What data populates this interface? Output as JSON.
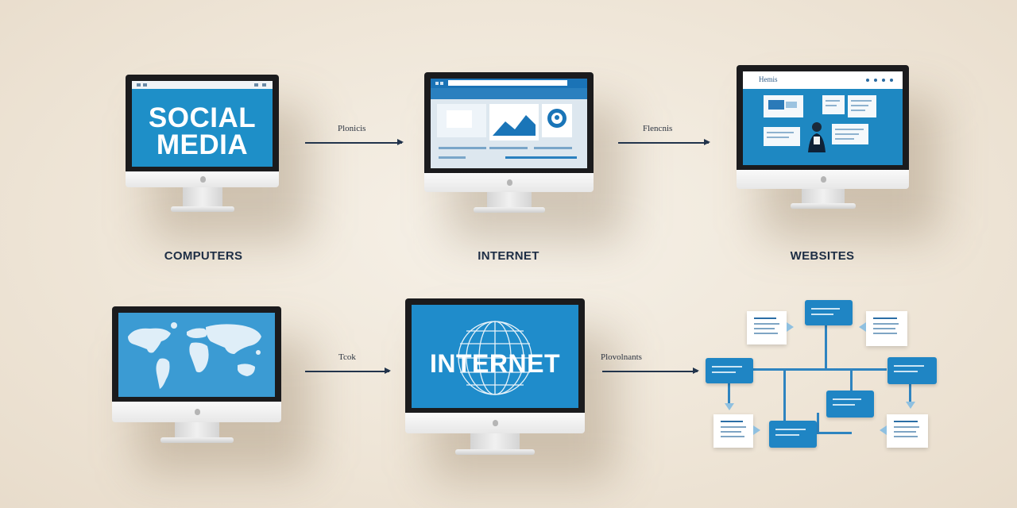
{
  "colors": {
    "accent": "#1f8cc8",
    "dark_text": "#1d2d44",
    "background": "#f2eadd"
  },
  "monitor_1": {
    "screen_text_line1": "SOCIAL",
    "screen_text_line2": "MEDIA",
    "caption": "COMPUTERS"
  },
  "monitor_2": {
    "caption": "INTERNET"
  },
  "monitor_3": {
    "nav_label": "Hemis",
    "caption": "WEBSITES"
  },
  "monitor_4": {
    "screen_icon": "world-map-icon"
  },
  "monitor_5": {
    "screen_text": "INTERNET",
    "screen_icon": "globe-icon"
  },
  "arrows": [
    {
      "label": "Plonicis"
    },
    {
      "label": "Flencnis"
    },
    {
      "label": "Tcok"
    },
    {
      "label": "Plovolnants"
    }
  ],
  "flowchart": {
    "icon": "flowchart-diagram"
  }
}
